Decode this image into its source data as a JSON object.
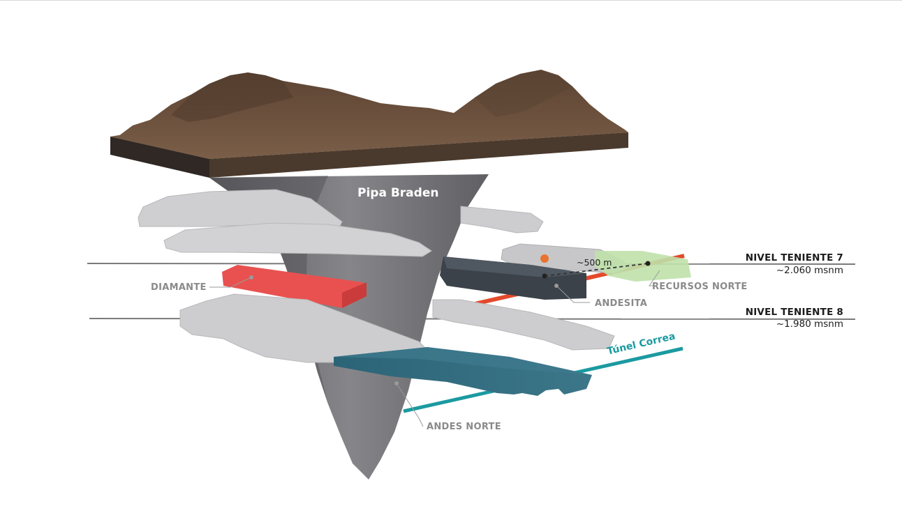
{
  "title": "Pipa Braden",
  "levels": [
    {
      "name": "NIVEL TENIENTE 7",
      "elevation": "~2.060 msnm"
    },
    {
      "name": "NIVEL TENIENTE 8",
      "elevation": "~1.980 msnm"
    }
  ],
  "labels": {
    "diamante": "DIAMANTE",
    "andesita": "ANDESITA",
    "recursos_norte": "RECURSOS NORTE",
    "andes_norte": "ANDES NORTE",
    "tunel_correa": "Túnel Correa",
    "distance": "~500 m"
  },
  "colors": {
    "mountain": "#6e5440",
    "rock": "#707074",
    "platform": "#cfcfd1",
    "diamante": "#e8514f",
    "andesita": "#3c434c",
    "recursos_norte": "#bfe1aa",
    "andes_norte": "#2f6a7e",
    "tunel": "#1b9aa0",
    "red_line": "#e34a2c",
    "marker": "#e8742f"
  }
}
